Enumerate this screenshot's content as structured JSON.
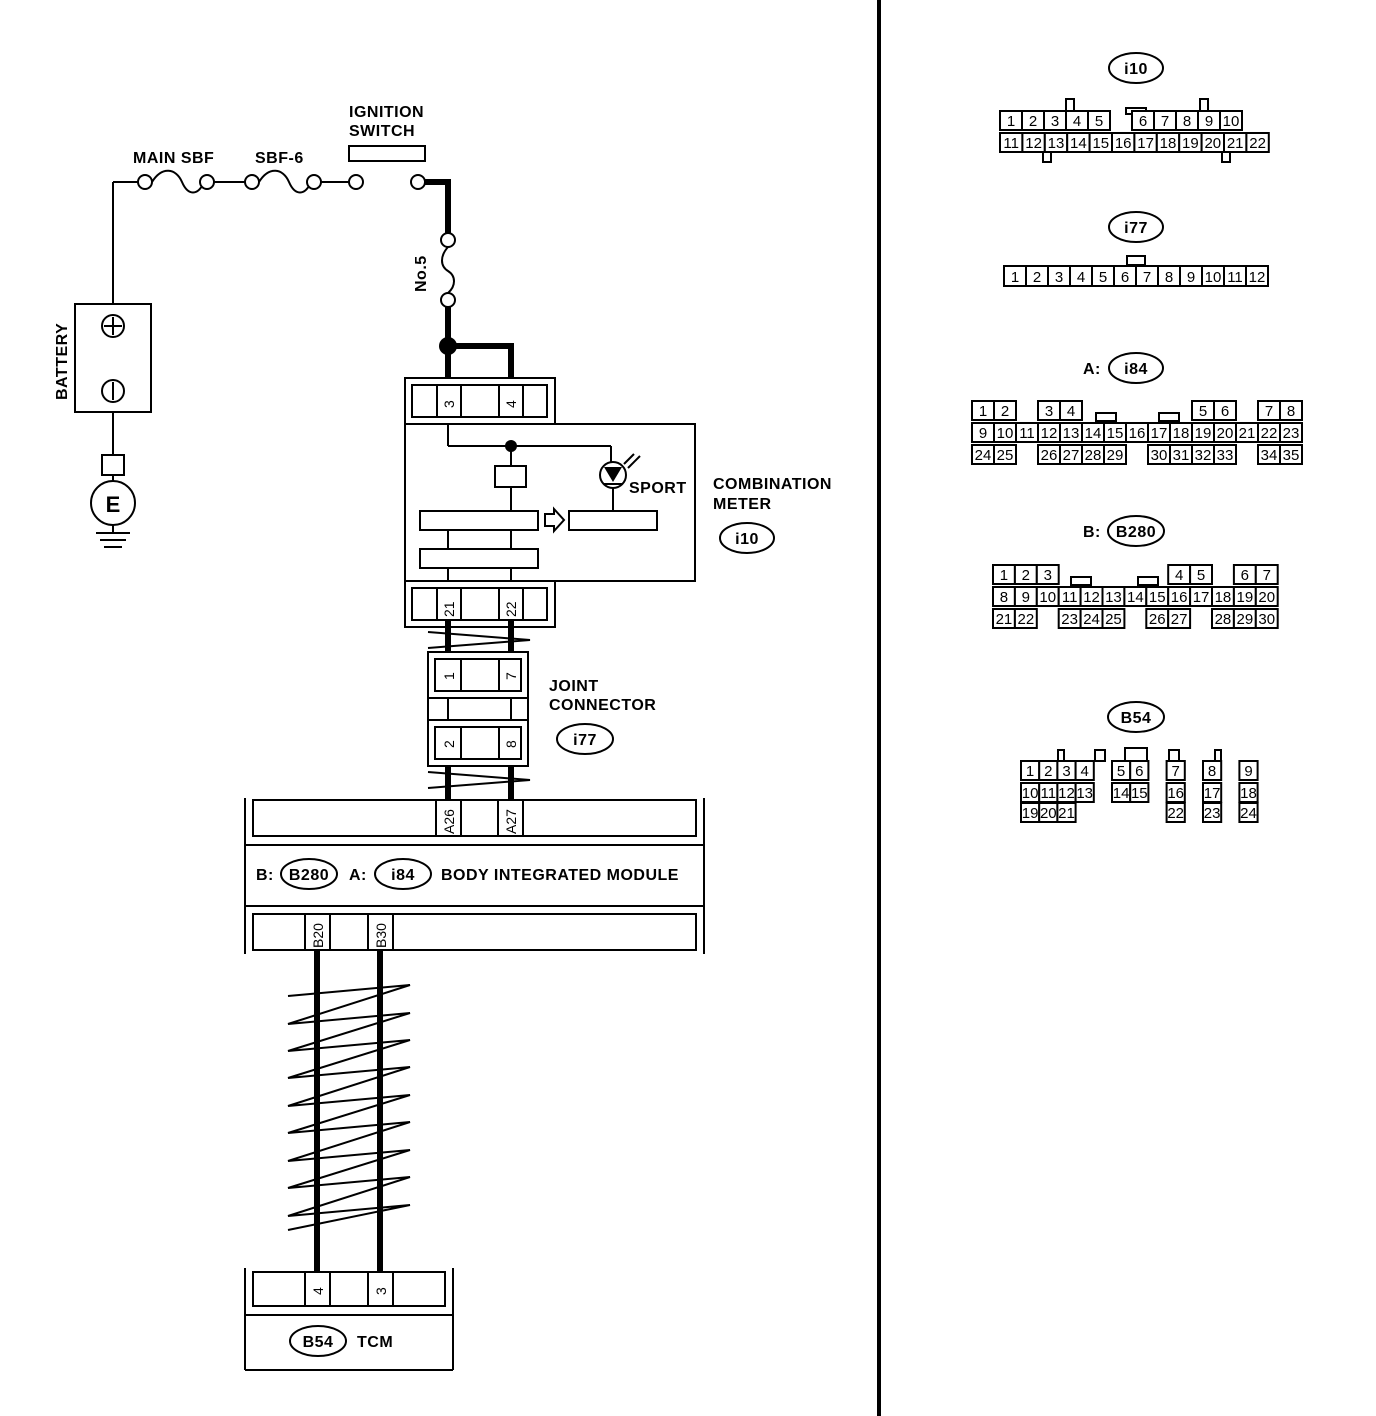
{
  "labels": {
    "main_sbf": "MAIN SBF",
    "sbf6": "SBF-6",
    "ignition_switch_line1": "IGNITION",
    "ignition_switch_line2": "SWITCH",
    "fuse_no5": "No.5",
    "battery": "BATTERY",
    "ground": "E",
    "sport": "SPORT",
    "combination_meter_line1": "COMBINATION",
    "combination_meter_line2": "METER",
    "joint_connector_line1": "JOINT",
    "joint_connector_line2": "CONNECTOR",
    "bim_b_prefix": "B:",
    "bim_a_prefix": "A:",
    "bim_name": "BODY INTEGRATED MODULE",
    "tcm": "TCM"
  },
  "connectors": {
    "i10": "i10",
    "i77": "i77",
    "i84": "i84",
    "b280": "B280",
    "b54": "B54"
  },
  "pins": {
    "meter_top": [
      "3",
      "4"
    ],
    "meter_bottom": [
      "21",
      "22"
    ],
    "joint_top": [
      "1",
      "7"
    ],
    "joint_bottom": [
      "2",
      "8"
    ],
    "bim_a": [
      "A26",
      "A27"
    ],
    "bim_b": [
      "B20",
      "B30"
    ],
    "tcm": [
      "4",
      "3"
    ]
  },
  "right_panel": {
    "i10": {
      "title": "i10",
      "rows": [
        [
          "1",
          "2",
          "3",
          "4",
          "5",
          "",
          "6",
          "7",
          "8",
          "9",
          "10"
        ],
        [
          "11",
          "12",
          "13",
          "14",
          "15",
          "16",
          "17",
          "18",
          "19",
          "20",
          "21",
          "22"
        ]
      ]
    },
    "i77": {
      "title": "i77",
      "rows": [
        [
          "1",
          "2",
          "3",
          "4",
          "5",
          "6",
          "7",
          "8",
          "9",
          "10",
          "11",
          "12"
        ]
      ]
    },
    "i84": {
      "prefix": "A:",
      "title": "i84",
      "rows": [
        [
          "1",
          "2",
          "",
          "3",
          "4",
          "",
          "",
          "",
          "",
          "",
          "5",
          "6",
          "",
          "7",
          "8"
        ],
        [
          "9",
          "10",
          "11",
          "12",
          "13",
          "14",
          "15",
          "16",
          "17",
          "18",
          "19",
          "20",
          "21",
          "22",
          "23"
        ],
        [
          "24",
          "25",
          "",
          "26",
          "27",
          "28",
          "29",
          "",
          "30",
          "31",
          "32",
          "33",
          "",
          "34",
          "35"
        ]
      ]
    },
    "b280": {
      "prefix": "B:",
      "title": "B280",
      "rows": [
        [
          "1",
          "2",
          "3",
          "",
          "",
          "",
          "",
          "",
          "4",
          "5",
          "",
          "6",
          "7"
        ],
        [
          "8",
          "9",
          "10",
          "11",
          "12",
          "13",
          "14",
          "15",
          "16",
          "17",
          "18",
          "19",
          "20"
        ],
        [
          "21",
          "22",
          "",
          "23",
          "24",
          "25",
          "",
          "26",
          "27",
          "",
          "28",
          "29",
          "30"
        ]
      ]
    },
    "b54": {
      "title": "B54",
      "rows": [
        [
          "1",
          "2",
          "3",
          "4",
          "",
          "5",
          "6",
          "",
          "7",
          "",
          "8",
          "",
          "9"
        ],
        [
          "10",
          "11",
          "12",
          "13",
          "",
          "14",
          "15",
          "",
          "16",
          "",
          "17",
          "",
          "18"
        ],
        [
          "19",
          "20",
          "21",
          "",
          "",
          "",
          "",
          "",
          "22",
          "",
          "23",
          "",
          "24"
        ]
      ]
    }
  }
}
